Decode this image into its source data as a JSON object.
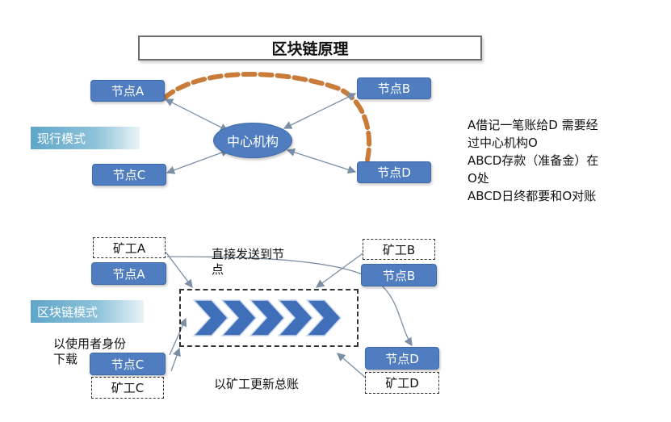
{
  "title": "区块链原理",
  "current_mode": {
    "label": "现行模式",
    "center": "中心机构",
    "nodes": {
      "a": "节点A",
      "b": "节点B",
      "c": "节点C",
      "d": "节点D"
    }
  },
  "note_lines": [
    "A借记一笔账给D 需要经",
    "过中心机构O",
    "ABCD存款（准备金）在",
    "O处",
    "ABCD日终都要和O对账"
  ],
  "chain_mode": {
    "label": "区块链模式",
    "nodes": {
      "a": "节点A",
      "b": "节点B",
      "c": "节点C",
      "d": "节点D"
    },
    "miners": {
      "a": "矿工A",
      "b": "矿工B",
      "c": "矿工C",
      "d": "矿工D"
    },
    "send_text_line1": "直接发送到节",
    "send_text_line2": "点",
    "download_line1": "以使用者身份",
    "download_line2": "下载",
    "update_text": "以矿工更新总账"
  },
  "colors": {
    "node": "#4f7dbf",
    "arc": "#c97b3a",
    "arrow": "#7a8fa6",
    "mode_label": "#5fa6c8"
  }
}
